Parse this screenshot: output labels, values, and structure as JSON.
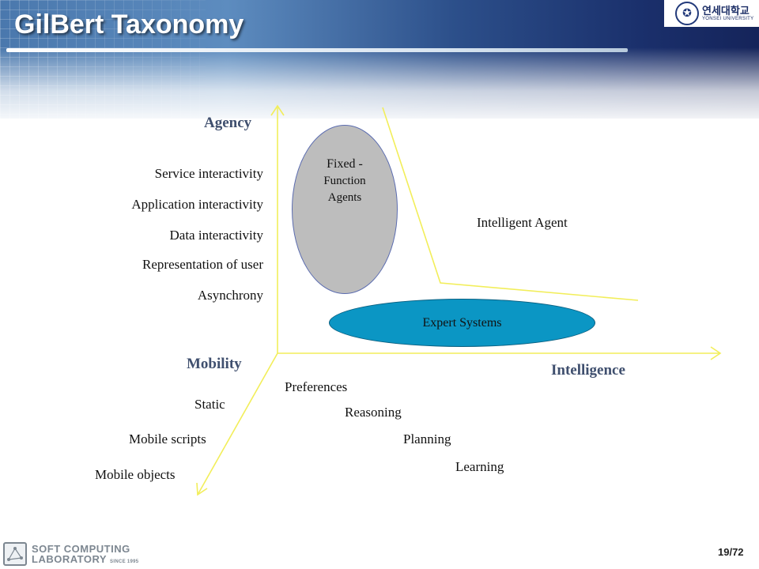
{
  "slide": {
    "title": "GilBert Taxonomy",
    "logo": {
      "korean": "연세대학교",
      "english": "YONSEI UNIVERSITY"
    },
    "page_number": "19/72",
    "footer": {
      "line1": "SOFT COMPUTING",
      "line2": "LABORATORY",
      "since": "SINCE 1995"
    }
  },
  "diagram": {
    "axes": {
      "agency": "Agency",
      "mobility": "Mobility",
      "intelligence": "Intelligence"
    },
    "agency_levels": [
      "Service interactivity",
      "Application interactivity",
      "Data interactivity",
      "Representation of user",
      "Asynchrony"
    ],
    "mobility_levels": [
      "Static",
      "Mobile scripts",
      "Mobile objects"
    ],
    "intelligence_levels": [
      "Preferences",
      "Reasoning",
      "Planning",
      "Learning"
    ],
    "regions": {
      "fixed_function": [
        "Fixed -",
        "Function",
        "Agents"
      ],
      "expert_systems": "Expert Systems",
      "intelligent_agent": "Intelligent Agent"
    },
    "colors": {
      "axis_line": "#f2ee5a",
      "fixed_fill": "#bdbdbd",
      "expert_fill": "#0b96c4",
      "axis_label": "#3f4f6e"
    }
  }
}
